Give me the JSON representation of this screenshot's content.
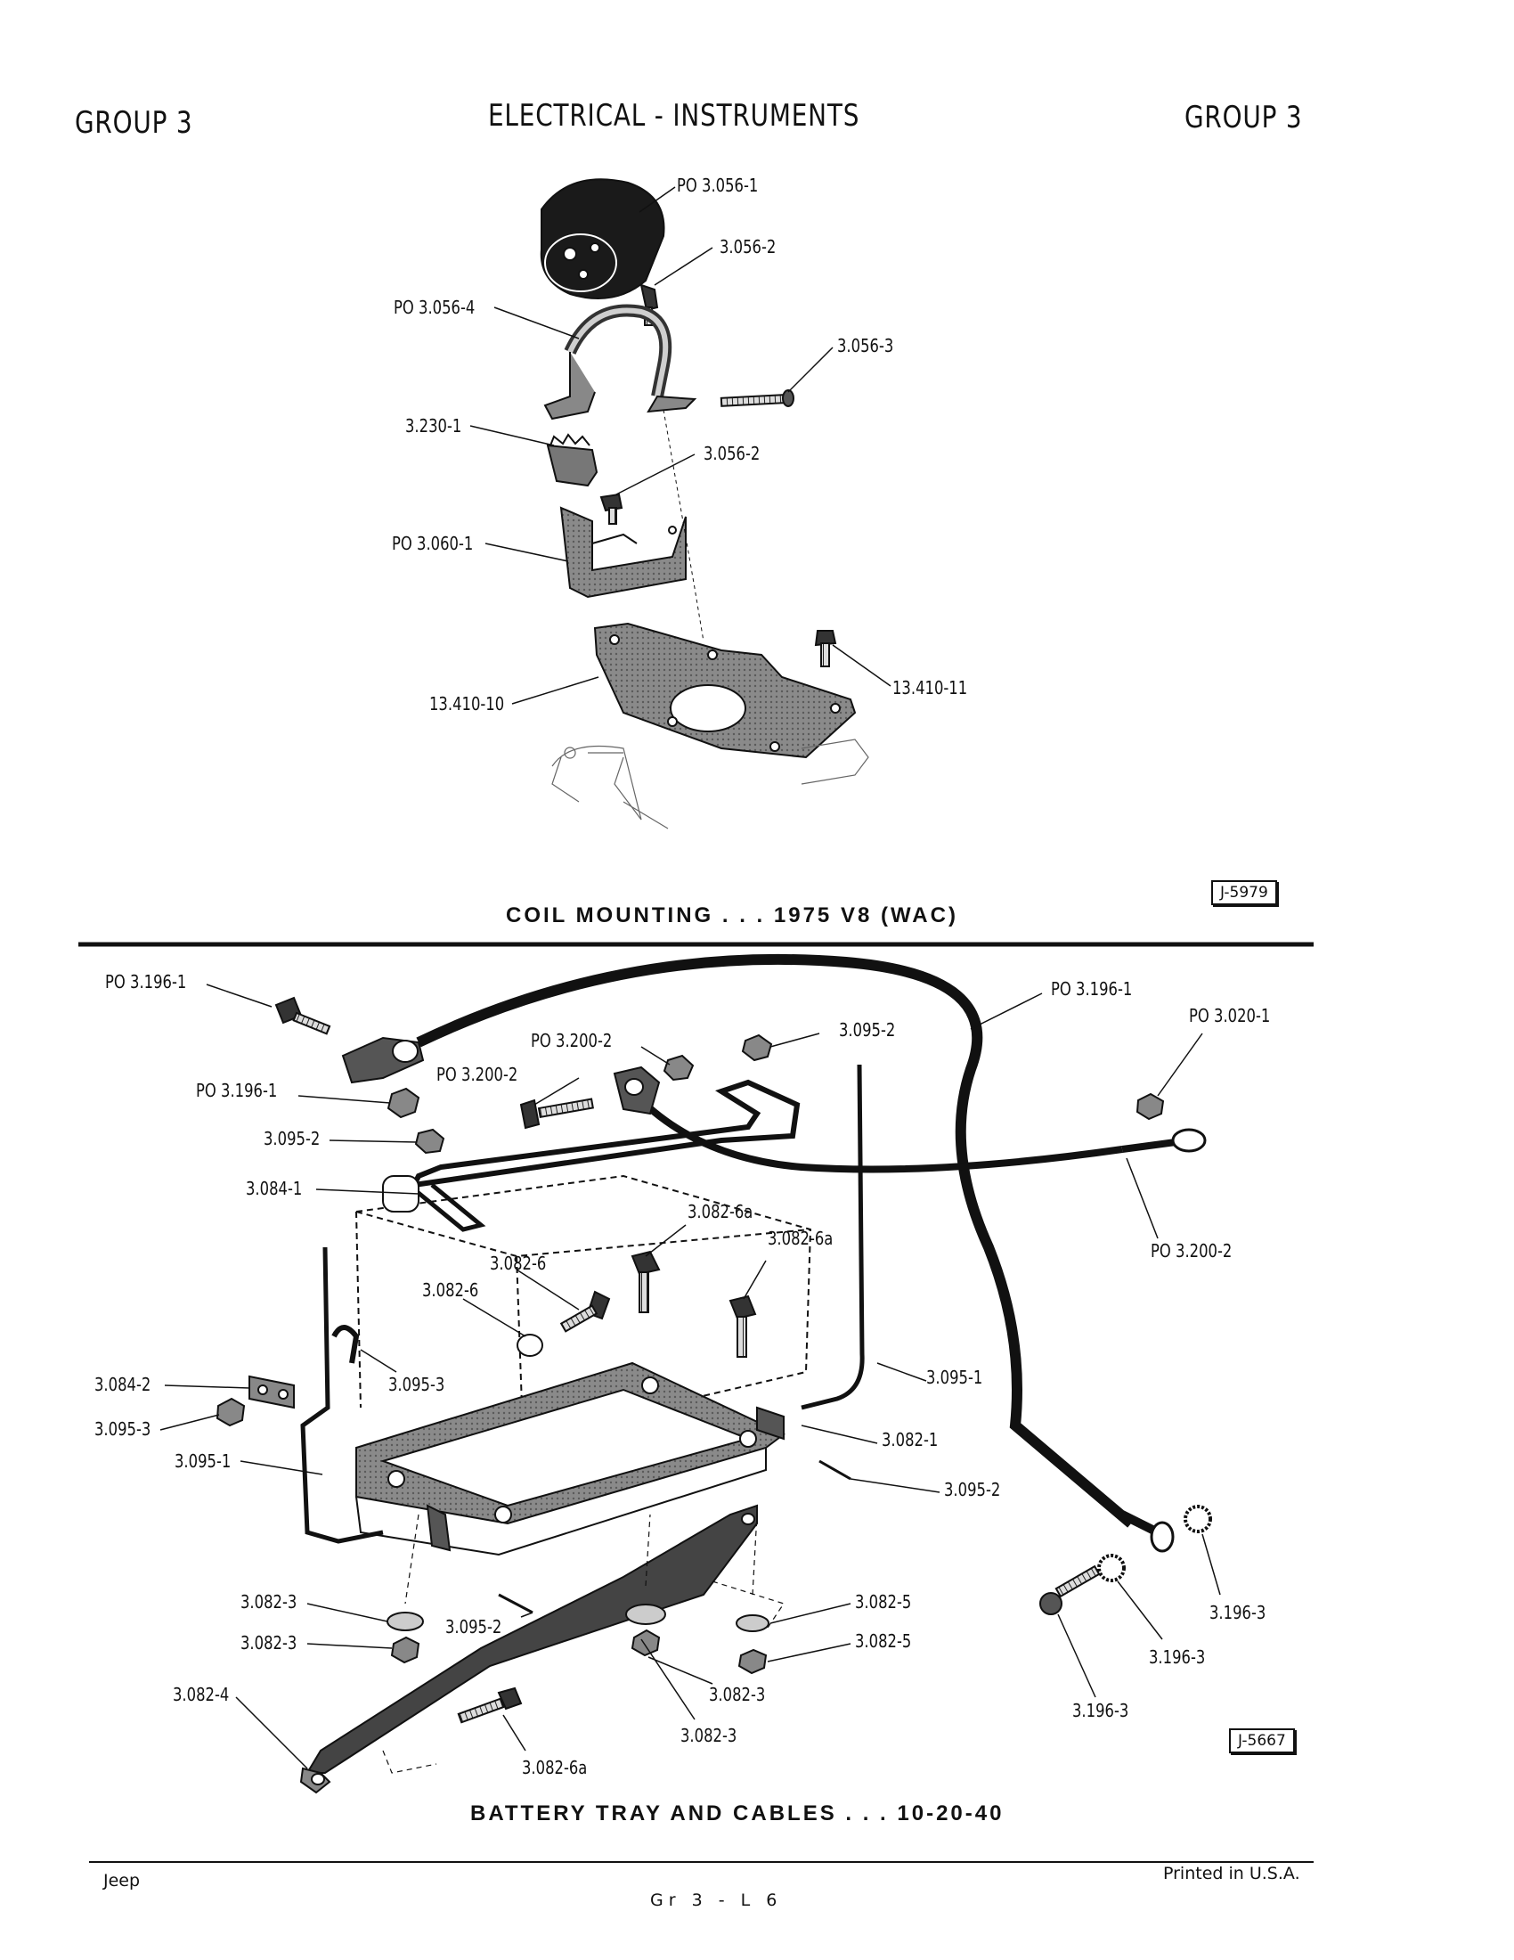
{
  "header": {
    "group_left": "GROUP 3",
    "title": "ELECTRICAL - INSTRUMENTS",
    "group_right": "GROUP 3"
  },
  "coil_section": {
    "caption": "COIL MOUNTING . . . 1975 V8 (WAC)",
    "ref": "J-5979",
    "labels": [
      "PO 3.056-1",
      "3.056-2",
      "PO 3.056-4",
      "3.056-3",
      "3.230-1",
      "3.056-2",
      "PO 3.060-1",
      "13.410-10",
      "13.410-11"
    ]
  },
  "battery_section": {
    "caption": "BATTERY TRAY AND CABLES . . . 10-20-40",
    "ref": "J-5667",
    "labels": [
      "PO 3.196-1",
      "PO 3.196-1",
      "PO 3.020-1",
      "PO 3.200-2",
      "3.095-2",
      "PO 3.196-1",
      "PO 3.200-2",
      "3.095-2",
      "3.084-1",
      "3.082-6a",
      "3.082-6a",
      "PO 3.200-2",
      "3.082-6",
      "3.082-6",
      "3.095-3",
      "3.084-2",
      "3.095-3",
      "3.095-1",
      "3.095-1",
      "3.082-1",
      "3.095-2",
      "3.082-3",
      "3.082-3",
      "3.095-2",
      "3.082-5",
      "3.082-5",
      "3.196-3",
      "3.196-3",
      "3.196-3",
      "3.082-4",
      "3.082-3",
      "3.082-3",
      "3.082-6a"
    ]
  },
  "footer": {
    "brand": "Jeep",
    "page": "Gr 3 - L 6",
    "printed": "Printed in U.S.A."
  }
}
